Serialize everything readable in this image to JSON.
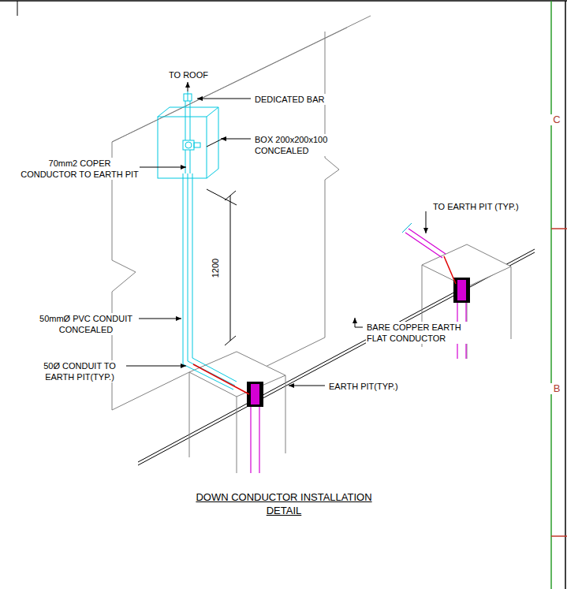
{
  "diagram": {
    "title": "DOWN CONDUCTOR INSTALLATION DETAIL",
    "labels": [
      "C",
      "B",
      "TO ROOF",
      "DEDICATED BAR",
      "BOX 200x200x100 CONCEALED",
      "70mm2 COPER CONDUCTOR TO EARTH PIT",
      "1200",
      "50mmØ PVC CONDUIT CONCEALED",
      "50Ø CONDUIT TO EARTH PIT(TYP.)",
      "TO EARTH PIT (TYP.)",
      "BARE COPPER EARTH FLAT CONDUCTOR",
      "EARTH PIT(TYP.)"
    ]
  }
}
